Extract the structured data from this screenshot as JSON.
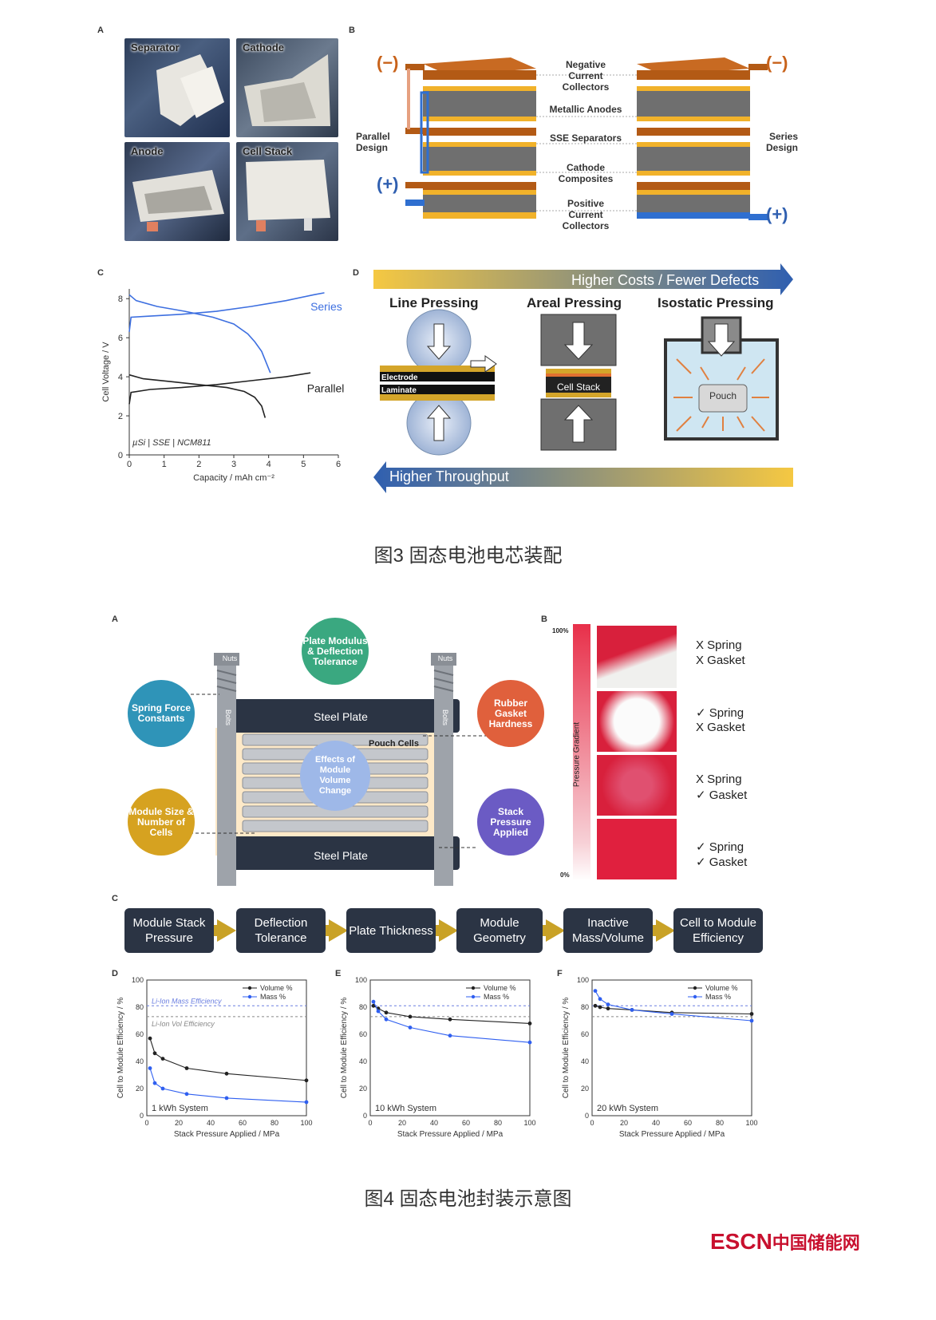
{
  "fig3": {
    "panel_a": {
      "label": "A",
      "photos": [
        "Separator",
        "Cathode",
        "Anode",
        "Cell Stack"
      ]
    },
    "panel_b": {
      "label": "B",
      "layers": [
        "Negative Current Collectors",
        "Metallic Anodes",
        "SSE Separators",
        "Cathode Composites",
        "Positive Current Collectors"
      ],
      "left_design": "Parallel Design",
      "right_design": "Series Design",
      "neg": "(−)",
      "pos": "(+)"
    },
    "panel_c": {
      "label": "C",
      "annotation": "µSi | SSE | NCM811"
    },
    "panel_d": {
      "label": "D",
      "top_arrow": "Higher Costs / Fewer Defects",
      "bottom_arrow": "Higher Throughput",
      "methods": [
        "Line Pressing",
        "Areal Pressing",
        "Isostatic Pressing"
      ],
      "electrode": "Electrode",
      "laminate": "Laminate",
      "cell_stack": "Cell Stack",
      "pouch": "Pouch"
    },
    "caption": "图3  固态电池电芯装配"
  },
  "fig4": {
    "panel_a": {
      "label": "A",
      "bubbles": [
        "Plate Modulus & Deflection Tolerance",
        "Spring Force Constants",
        "Rubber Gasket Hardness",
        "Module Size & Number of Cells",
        "Stack Pressure Applied",
        "Effects of Module Volume Change"
      ],
      "steel_plate": "Steel Plate",
      "nuts": "Nuts",
      "bolts": "Bolts",
      "pouch_cells": "Pouch Cells"
    },
    "panel_b": {
      "label": "B",
      "top_pct": "100%",
      "bottom_pct": "0%",
      "gradient_label": "Pressure Gradient",
      "rows": [
        {
          "spring": "X  Spring",
          "gasket": "X  Gasket"
        },
        {
          "spring": "✓  Spring",
          "gasket": "X  Gasket"
        },
        {
          "spring": "X  Spring",
          "gasket": "✓  Gasket"
        },
        {
          "spring": "✓  Spring",
          "gasket": "✓  Gasket"
        }
      ]
    },
    "panel_c": {
      "label": "C",
      "steps": [
        "Module Stack Pressure",
        "Deflection Tolerance",
        "Plate Thickness",
        "Module Geometry",
        "Inactive Mass/Volume",
        "Cell to Module Efficiency"
      ]
    },
    "panels_def_labels": [
      "D",
      "E",
      "F"
    ],
    "caption": "图4  固态电池封装示意图"
  },
  "logo": {
    "text1": "ESCN",
    "text2": "中国储能网"
  },
  "chart_data": [
    {
      "type": "line",
      "xlabel": "Capacity / mAh cm⁻²",
      "ylabel": "Cell Voltage / V",
      "xlim": [
        0,
        6
      ],
      "ylim": [
        0,
        8.5
      ],
      "xticks": [
        0,
        1,
        2,
        3,
        4,
        5,
        6
      ],
      "yticks": [
        0,
        2,
        4,
        6,
        8
      ],
      "series": [
        {
          "name": "Series",
          "color": "#3d6fe0",
          "segments": [
            {
              "x": [
                0,
                0.05,
                0.5,
                1.5,
                2.5,
                3.5,
                4.5,
                5.3,
                5.6
              ],
              "y": [
                6.3,
                7.05,
                7.1,
                7.2,
                7.35,
                7.6,
                7.9,
                8.2,
                8.3
              ]
            },
            {
              "x": [
                0,
                0.2,
                0.8,
                1.6,
                2.4,
                3.0,
                3.4,
                3.6,
                3.8,
                4.05
              ],
              "y": [
                8.2,
                7.9,
                7.6,
                7.35,
                7.05,
                6.7,
                6.2,
                5.8,
                5.3,
                4.2
              ]
            }
          ]
        },
        {
          "name": "Parallel",
          "color": "#222222",
          "segments": [
            {
              "x": [
                0,
                0.05,
                0.6,
                1.5,
                2.5,
                3.5,
                4.5,
                5.2
              ],
              "y": [
                2.6,
                3.2,
                3.35,
                3.45,
                3.6,
                3.8,
                4.0,
                4.2
              ]
            },
            {
              "x": [
                0,
                0.4,
                1.2,
                2.0,
                2.8,
                3.3,
                3.6,
                3.8,
                3.9
              ],
              "y": [
                4.1,
                3.9,
                3.75,
                3.6,
                3.45,
                3.25,
                2.95,
                2.5,
                1.9
              ]
            }
          ]
        }
      ]
    },
    {
      "type": "line",
      "system": "1 kWh System",
      "xlabel": "Stack Pressure Applied / MPa",
      "ylabel": "Cell to Module Efficiency / %",
      "xlim": [
        0,
        100
      ],
      "ylim": [
        0,
        100
      ],
      "xticks": [
        0,
        20,
        40,
        60,
        80,
        100
      ],
      "yticks": [
        0,
        20,
        40,
        60,
        80,
        100
      ],
      "ref_lines": [
        {
          "label": "Li-Ion Mass Efficiency",
          "y": 81,
          "color": "#6b7fe0"
        },
        {
          "label": "Li-Ion Vol Efficiency",
          "y": 73,
          "color": "#888888"
        }
      ],
      "x": [
        2,
        5,
        10,
        25,
        50,
        100
      ],
      "series": [
        {
          "name": "Volume %",
          "color": "#222222",
          "values": [
            57,
            46,
            42,
            35,
            31,
            26
          ]
        },
        {
          "name": "Mass %",
          "color": "#2f5ff0",
          "values": [
            35,
            24,
            20,
            16,
            13,
            10
          ]
        }
      ]
    },
    {
      "type": "line",
      "system": "10 kWh System",
      "xlabel": "Stack Pressure Applied / MPa",
      "ylabel": "Cell to Module Efficiency / %",
      "xlim": [
        0,
        100
      ],
      "ylim": [
        0,
        100
      ],
      "xticks": [
        0,
        20,
        40,
        60,
        80,
        100
      ],
      "yticks": [
        0,
        20,
        40,
        60,
        80,
        100
      ],
      "ref_lines": [
        {
          "label": "",
          "y": 81,
          "color": "#6b7fe0"
        },
        {
          "label": "",
          "y": 73,
          "color": "#888888"
        }
      ],
      "x": [
        2,
        5,
        10,
        25,
        50,
        100
      ],
      "series": [
        {
          "name": "Volume %",
          "color": "#222222",
          "values": [
            81,
            79,
            76,
            73,
            71,
            68
          ]
        },
        {
          "name": "Mass %",
          "color": "#2f5ff0",
          "values": [
            84,
            77,
            71,
            65,
            59,
            54
          ]
        }
      ]
    },
    {
      "type": "line",
      "system": "20 kWh System",
      "xlabel": "Stack Pressure Applied / MPa",
      "ylabel": "Cell to Module Efficiency / %",
      "xlim": [
        0,
        100
      ],
      "ylim": [
        0,
        100
      ],
      "xticks": [
        0,
        20,
        40,
        60,
        80,
        100
      ],
      "yticks": [
        0,
        20,
        40,
        60,
        80,
        100
      ],
      "ref_lines": [
        {
          "label": "",
          "y": 81,
          "color": "#6b7fe0"
        },
        {
          "label": "",
          "y": 73,
          "color": "#888888"
        }
      ],
      "x": [
        2,
        5,
        10,
        25,
        50,
        100
      ],
      "series": [
        {
          "name": "Volume %",
          "color": "#222222",
          "values": [
            81,
            80,
            79,
            78,
            76,
            75
          ]
        },
        {
          "name": "Mass %",
          "color": "#2f5ff0",
          "values": [
            92,
            86,
            82,
            78,
            75,
            70
          ]
        }
      ]
    }
  ]
}
